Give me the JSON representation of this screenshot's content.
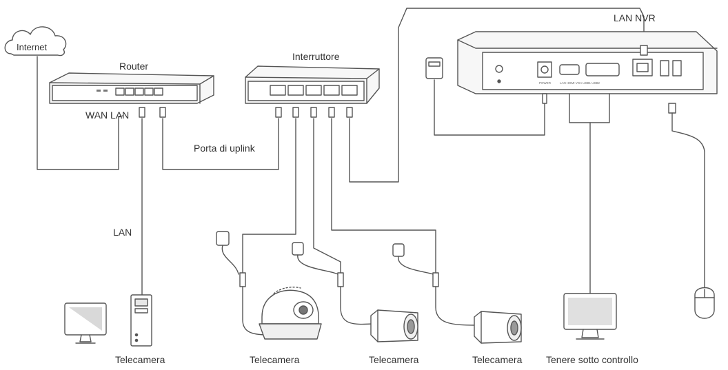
{
  "labels": {
    "internet": "Internet",
    "router": "Router",
    "wan_lan": "WAN LAN",
    "switch": "Interruttore",
    "lan_nvr": "LAN NVR",
    "uplink": "Porta di uplink",
    "lan": "LAN",
    "camera_1": "Telecamera",
    "camera_2": "Telecamera",
    "camera_3": "Telecamera",
    "camera_4": "Telecamera",
    "monitor": "Tenere sotto controllo"
  },
  "icons": [
    "cloud-icon",
    "router-icon",
    "switch-icon",
    "nvr-icon",
    "power-adapter-icon",
    "computer-monitor-icon",
    "computer-tower-icon",
    "dome-camera-icon",
    "bullet-camera-icon",
    "display-monitor-icon",
    "mouse-icon"
  ]
}
